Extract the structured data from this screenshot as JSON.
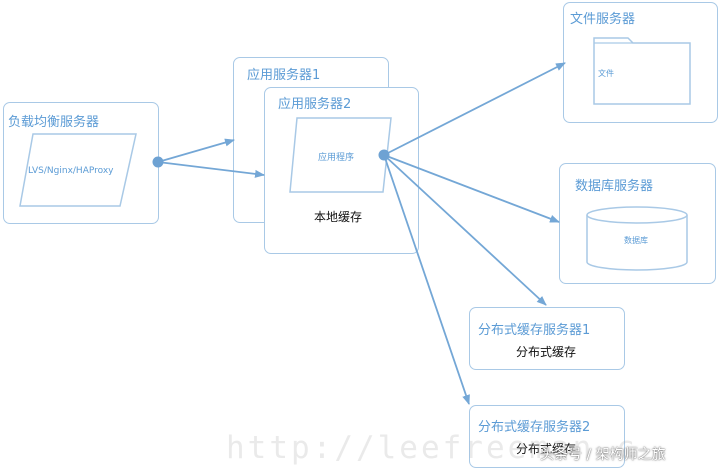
{
  "load_balancer": {
    "title": "负载均衡服务器",
    "proxy_label": "LVS/Nginx/HAProxy"
  },
  "app_server_1": {
    "title": "应用服务器1"
  },
  "app_server_2": {
    "title": "应用服务器2",
    "app_label": "应用程序",
    "local_cache_label": "本地缓存"
  },
  "file_server": {
    "title": "文件服务器",
    "folder_label": "文件"
  },
  "database_server": {
    "title": "数据库服务器",
    "db_label": "数据库"
  },
  "distributed_cache_server_1": {
    "title": "分布式缓存服务器1",
    "cache_label": "分布式缓存"
  },
  "distributed_cache_server_2": {
    "title": "分布式缓存服务器2",
    "cache_label": "分布式缓存"
  },
  "watermark": "http://leefreeman.c",
  "footer": "头条号 / 架构师之旅",
  "colors": {
    "border": "#a9c9e6",
    "accent": "#5b9bd5",
    "arrow": "#74a7d6",
    "text": "#111111"
  }
}
